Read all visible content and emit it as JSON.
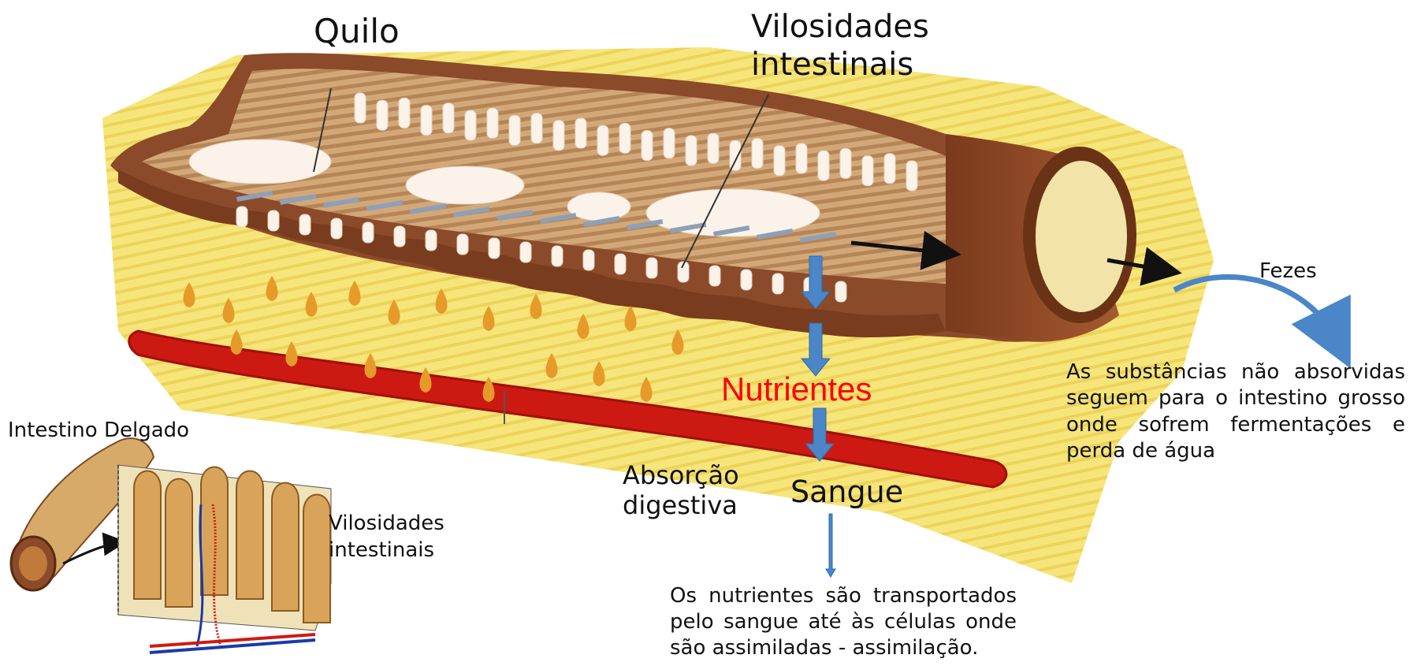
{
  "labels": {
    "quilo": "Quilo",
    "vilosidades_top": "Vilosidades\nintestinais",
    "nutrientes": "Nutrientes",
    "sangue": "Sangue",
    "absorcao": "Absorção\ndigestiva",
    "fezes": "Fezes",
    "intestino_delgado": "Intestino Delgado",
    "vilosidades_inset": "Vilosidades\nintestinais"
  },
  "notes": {
    "substancias": "As substâncias não absorvidas seguem para o intestino grosso onde sofrem fermentações e perda de água",
    "transporte": "Os nutrientes são transportados pelo sangue até às células onde são assimiladas - assimilação."
  },
  "colors": {
    "background_yellow": "#f4e36a",
    "intestine_wall": "#8b4a2a",
    "intestine_lumen": "#c89a6a",
    "villi": "#fbf3ea",
    "blood_vessel": "#cc1a12",
    "droplets": "#e69a2a",
    "arrow_blue": "#4a86c8",
    "nutrientes_text": "#ff0000"
  }
}
